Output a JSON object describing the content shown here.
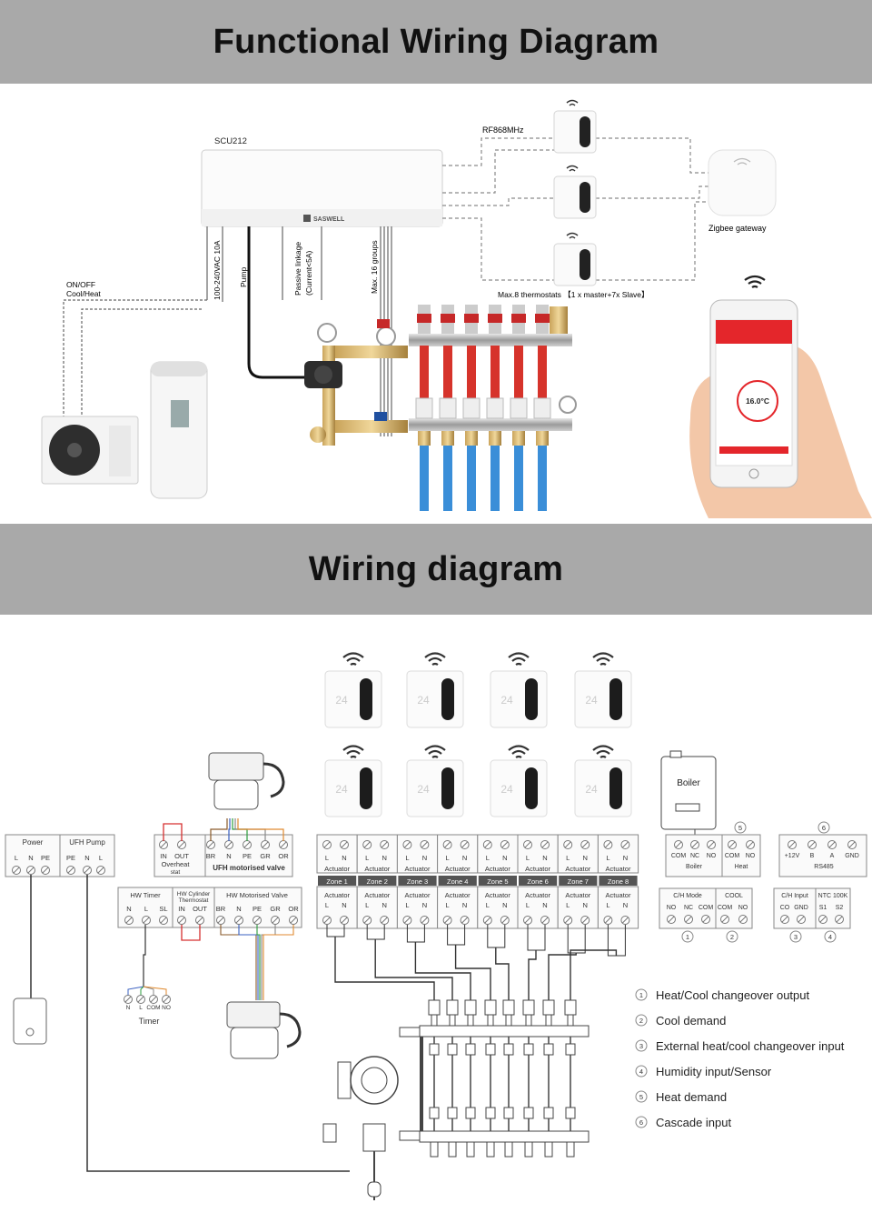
{
  "header1": {
    "title": "Functional Wiring Diagram"
  },
  "header2": {
    "title": "Wiring diagram"
  },
  "top": {
    "controller_label": "SCU212",
    "brand": "SASWELL",
    "rf_label": "RF868MHz",
    "gateway_label": "Zigbee gateway",
    "max_thermostats": "Max.8 thermostats 【1 x master+7x Slave】",
    "on_off_line1": "ON/OFF",
    "on_off_line2": "Cool/Heat",
    "power_label": "100-240VAC 10A",
    "pump_label": "Pump",
    "passive_line1": "Passive linkage",
    "passive_line2": "(Current<5A)",
    "groups_label": "Max. 16 groups",
    "phone_temp": "16.0°C"
  },
  "bottom": {
    "thermostat_display": "24",
    "power": {
      "title": "Power",
      "terms": [
        "L",
        "N",
        "PE"
      ]
    },
    "ufh_pump": {
      "title": "UFH Pump",
      "terms": [
        "PE",
        "N",
        "L"
      ]
    },
    "overheat": {
      "terms": [
        "IN",
        "OUT"
      ],
      "title_line1": "Overheat",
      "title_line2": "stat"
    },
    "ufh_valve": {
      "terms": [
        "BR",
        "N",
        "PE",
        "GR",
        "OR"
      ],
      "title": "UFH motorised valve"
    },
    "hw_timer": {
      "title": "HW Timer",
      "terms": [
        "N",
        "L",
        "SL"
      ]
    },
    "hw_cyl": {
      "title_line1": "HW Cylinder",
      "title_line2": "Thermostat",
      "terms": [
        "IN",
        "OUT"
      ]
    },
    "hw_valve": {
      "title": "HW Motorised Valve",
      "terms": [
        "BR",
        "N",
        "PE",
        "GR",
        "OR"
      ]
    },
    "timer": {
      "label": "Timer",
      "terms": [
        "N",
        "L",
        "COM",
        "NO"
      ]
    },
    "zones": [
      "Zone 1",
      "Zone 2",
      "Zone 3",
      "Zone 4",
      "Zone 5",
      "Zone 6",
      "Zone 7",
      "Zone 8"
    ],
    "actuator": "Actuator",
    "ln": [
      "L",
      "N"
    ],
    "boiler": {
      "title": "Boiler",
      "terms": [
        "COM",
        "NC",
        "NO"
      ],
      "caption": "Boiler"
    },
    "heat": {
      "terms": [
        "COM",
        "NO"
      ],
      "caption": "Heat",
      "num": "5"
    },
    "rs485": {
      "terms": [
        "+12V",
        "B",
        "A",
        "GND"
      ],
      "caption": "RS485",
      "num": "6"
    },
    "ch_mode": {
      "title": "C/H Mode",
      "terms": [
        "NO",
        "NC",
        "COM"
      ],
      "num": "1"
    },
    "cool": {
      "title": "COOL",
      "terms": [
        "COM",
        "NO"
      ],
      "num": "2"
    },
    "ch_input": {
      "title": "C/H Input",
      "terms": [
        "CO",
        "GND"
      ],
      "num": "3"
    },
    "ntc": {
      "title": "NTC 100K",
      "terms": [
        "S1",
        "S2"
      ],
      "num": "4"
    },
    "legend": [
      {
        "num": "1",
        "text": "Heat/Cool changeover output"
      },
      {
        "num": "2",
        "text": "Cool demand"
      },
      {
        "num": "3",
        "text": "External heat/cool changeover input"
      },
      {
        "num": "4",
        "text": "Humidity input/Sensor"
      },
      {
        "num": "5",
        "text": "Heat demand"
      },
      {
        "num": "6",
        "text": "Cascade input"
      }
    ]
  }
}
